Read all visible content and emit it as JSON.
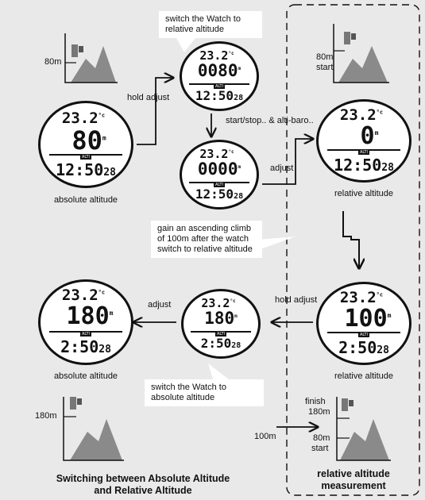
{
  "watches": {
    "w1": {
      "temp": "23.2",
      "temp_unit": "°c",
      "value": "80",
      "unit": "m",
      "tag": "ALTI",
      "time": "12:50",
      "sec": "28",
      "caption": "absolute altitude"
    },
    "w2": {
      "temp": "23.2",
      "temp_unit": "°c",
      "value": "0080",
      "unit": "m",
      "tag": "ALTI",
      "time": "12:50",
      "sec": "28"
    },
    "w3": {
      "temp": "23.2",
      "temp_unit": "°c",
      "value": "0000",
      "unit": "m",
      "tag": "ALTI",
      "time": "12:50",
      "sec": "28"
    },
    "w4": {
      "temp": "23.2",
      "temp_unit": "°c",
      "value": "0",
      "unit": "m",
      "tag": "ALTI",
      "time": "12:50",
      "sec": "28",
      "caption": "relative altitude"
    },
    "w5": {
      "temp": "23.2",
      "temp_unit": "°c",
      "value": "100",
      "unit": "m",
      "tag": "ALTI",
      "time": "2:50",
      "sec": "28",
      "caption": "relative altitude"
    },
    "w6": {
      "temp": "23.2",
      "temp_unit": "°c",
      "value": "180",
      "unit": "m",
      "tag": "ALTI",
      "time": "2:50",
      "sec": "28"
    },
    "w7": {
      "temp": "23.2",
      "temp_unit": "°c",
      "value": "180",
      "unit": "m",
      "tag": "ALTI",
      "time": "2:50",
      "sec": "28",
      "caption": "absolute altitude"
    }
  },
  "callouts": {
    "to_relative": "switch the Watch to relative altitude",
    "gain": "gain an ascending climb of 100m after the watch switch to relative altitude",
    "to_absolute": "switch the Watch to absolute altitude"
  },
  "labels": {
    "hold_adjust": "hold adjust",
    "start_stop": "start/stop.. & alti-baro..",
    "adjust": "adjust",
    "hold_adjust_2": "hold adjust",
    "adjust_2": "adjust"
  },
  "mountains": {
    "m1": "80m",
    "m2_value": "80m",
    "m2_sub": "start",
    "m3": "180m",
    "m4_top": "finish",
    "m4_top_value": "180m",
    "m4_mid": "80m",
    "m4_mid_sub": "start",
    "m4_left": "100m"
  },
  "titles": {
    "main_line1": "Switching between Absolute Altitude",
    "main_line2": "and Relative Altitude",
    "right_line1": "relative altitude",
    "right_line2": "measurement"
  }
}
